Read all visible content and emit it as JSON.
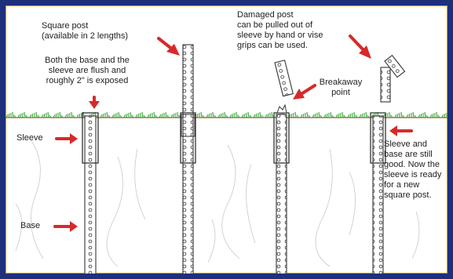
{
  "colors": {
    "frame": "#1f2f7a",
    "frame_accent": "#e59a1c",
    "arrow": "#d62a2a",
    "grass": "#3aa63a",
    "soil": "#8a5a2a",
    "outline": "#333333"
  },
  "labels": {
    "square_post": [
      "Square post",
      "(available in 2  lengths)"
    ],
    "flush_note": [
      "Both the base and the",
      "sleeve are flush and",
      "roughly 2\" is exposed"
    ],
    "sleeve": "Sleeve",
    "base": "Base",
    "damaged_post": [
      "Damaged post",
      "can be pulled out of",
      "sleeve by hand or vise",
      "grips can be used."
    ],
    "breakaway": [
      "Breakaway",
      "point"
    ],
    "still_good": [
      "Sleeve and",
      "base are still",
      "good. Now the",
      "sleeve is ready",
      "for a new",
      "square post."
    ]
  }
}
